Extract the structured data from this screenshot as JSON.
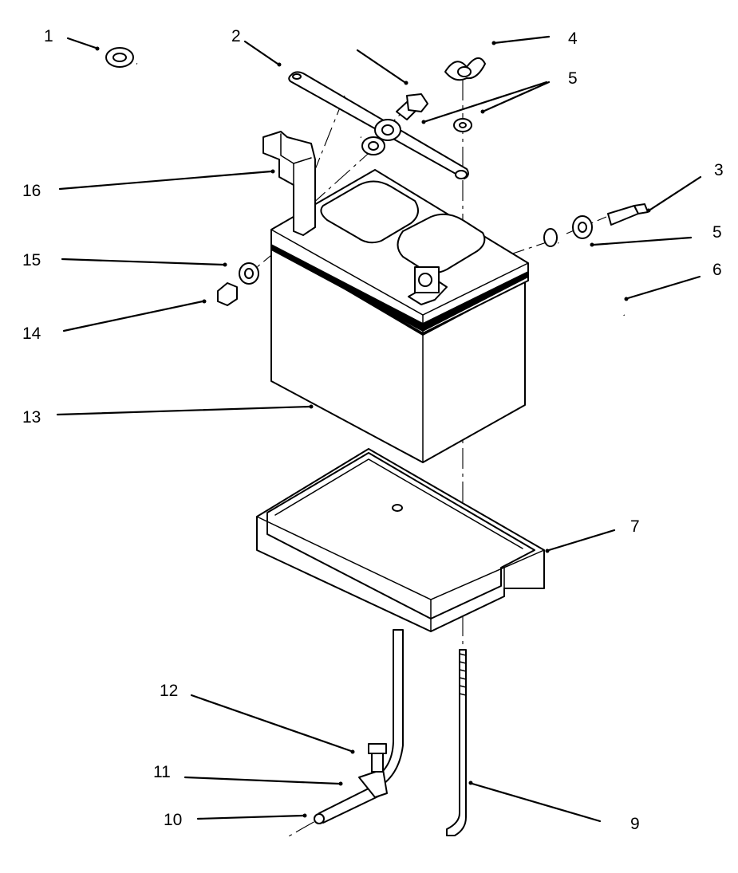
{
  "diagram": {
    "callouts": [
      {
        "id": "c1",
        "text": "1"
      },
      {
        "id": "c2",
        "text": "2"
      },
      {
        "id": "c4",
        "text": "4"
      },
      {
        "id": "c5a",
        "text": "5"
      },
      {
        "id": "c3",
        "text": "3"
      },
      {
        "id": "c16",
        "text": "16"
      },
      {
        "id": "c5b",
        "text": "5"
      },
      {
        "id": "c15",
        "text": "15"
      },
      {
        "id": "c6",
        "text": "6"
      },
      {
        "id": "c14",
        "text": "14"
      },
      {
        "id": "c13",
        "text": "13"
      },
      {
        "id": "c7",
        "text": "7"
      },
      {
        "id": "c12",
        "text": "12"
      },
      {
        "id": "c11",
        "text": "11"
      },
      {
        "id": "c10",
        "text": "10"
      },
      {
        "id": "c9",
        "text": "9"
      }
    ]
  }
}
